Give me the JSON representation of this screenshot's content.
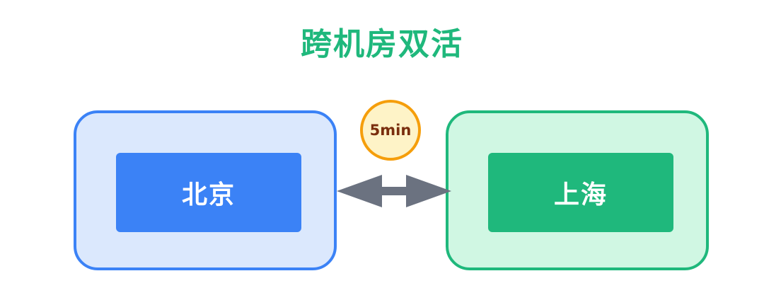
{
  "title": "跨机房双活",
  "datacenters": {
    "left": {
      "label": "北京"
    },
    "right": {
      "label": "上海"
    }
  },
  "link": {
    "latency": "5min"
  },
  "colors": {
    "title": "#1fb87c",
    "left_fill": "#dbe8fd",
    "left_border": "#3b82f6",
    "left_node": "#3b82f6",
    "right_fill": "#d0f7e3",
    "right_border": "#1fb87c",
    "right_node": "#1fb87c",
    "arrow": "#6b7280",
    "badge_fill": "#fef3c7",
    "badge_border": "#f59e0b",
    "badge_text": "#7a2e0e"
  }
}
